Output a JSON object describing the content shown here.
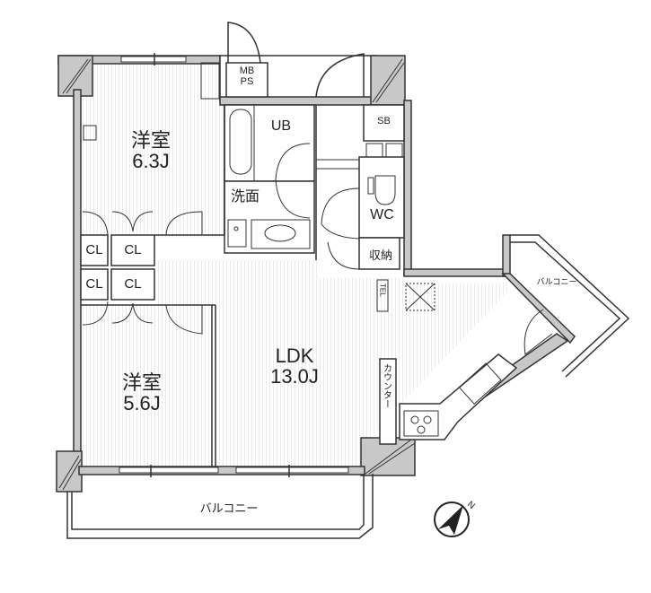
{
  "floorplan": {
    "rooms": {
      "western_room_1": {
        "name": "洋室",
        "size": "6.3J"
      },
      "western_room_2": {
        "name": "洋室",
        "size": "5.6J"
      },
      "ldk": {
        "name": "LDK",
        "size": "13.0J"
      },
      "bathroom": {
        "name": "UB"
      },
      "washroom": {
        "name": "洗面"
      },
      "toilet": {
        "name": "WC"
      },
      "shoe_box": {
        "name": "SB"
      },
      "storage": {
        "name": "収納"
      },
      "meter_box": {
        "line1": "MB",
        "line2": "PS"
      },
      "closets": [
        "CL",
        "CL",
        "CL",
        "CL"
      ],
      "tel": {
        "name": "TEL"
      },
      "counter": {
        "name": "カウンター"
      },
      "balcony_main": {
        "name": "バルコニー"
      },
      "balcony_side": {
        "name": "バルコニー"
      }
    },
    "compass": {
      "label": "N",
      "icon": "north-arrow-icon"
    }
  }
}
